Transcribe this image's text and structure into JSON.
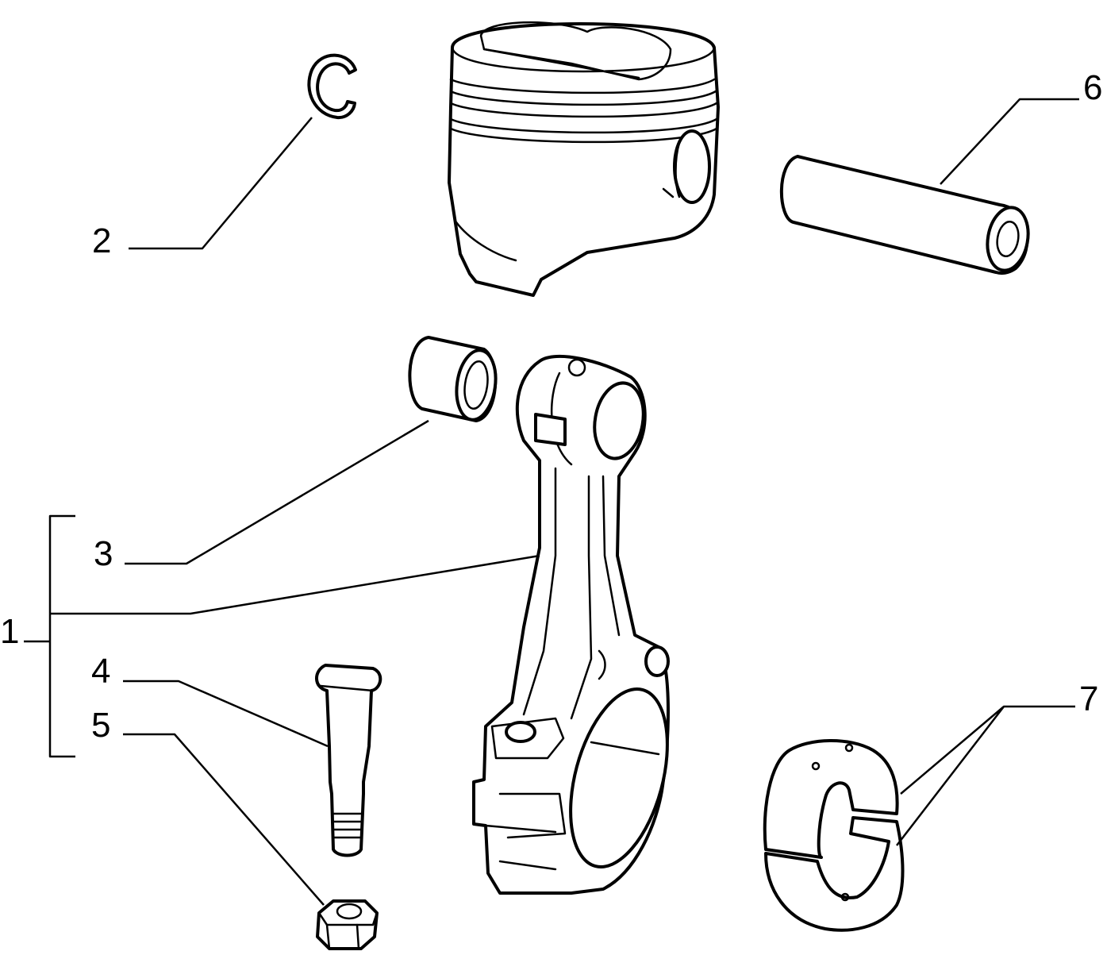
{
  "callouts": {
    "connecting_rod_assembly": "1",
    "snap_ring": "2",
    "small_end_bushing": "3",
    "cap_bolt": "4",
    "cap_nut": "5",
    "piston_pin": "6",
    "big_end_bearing_shells": "7"
  },
  "colors": {
    "line": "#000000",
    "background": "#ffffff"
  }
}
